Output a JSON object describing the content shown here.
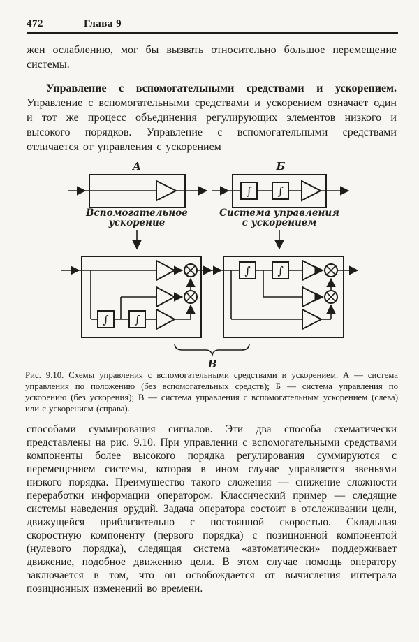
{
  "header": {
    "page_number": "472",
    "chapter": "Глава 9"
  },
  "paragraphs": {
    "p1": "жен ослаблению, мог бы вызвать относительно большое перемещение системы.",
    "p2_lead": "Управление с вспомогательными средствами и ускорением.",
    "p2_rest": "Управление с вспомогательными средствами и ускорением означает один и тот же процесс объединения регулирующих элементов низкого и высокого порядков. Управление с вспомогательными средствами отличается от управления с ускорением",
    "p3": "способами суммирования сигналов. Эти два способа схематически представлены на рис. 9.10. При управлении с вспомогательными средствами компоненты более высокого порядка регулирования суммируются с перемещением системы, которая в ином случае управляется звеньями низкого порядка. Преимущество такого сложения — снижение сложности переработки информации оператором. Классический пример — следящие системы наведения орудий. Задача оператора состоит в отслеживании цели, движущейся приблизительно с постоянной скоростью. Складывая скоростную компоненту (первого порядка) с позиционной компонентой (нулевого порядка), следящая система «автоматически» поддерживает движение, подобное движению цели. В этом случае помощь оператору заключается в том, что он освобождается от вычисления интеграла позиционных изменений во времени."
  },
  "figure": {
    "label_a": "А",
    "label_b": "Б",
    "label_v": "В",
    "integrator_symbol": "∫",
    "block_a_caption_1": "Вспомогательное",
    "block_a_caption_2": "ускорение",
    "block_b_caption_1": "Система управления",
    "block_b_caption_2": "с ускорением",
    "caption": "Рис. 9.10. Схемы управления с вспомогательными средствами и ускорением. А — система управления по положению (без вспомогательных средств); Б — система управления по ускорению (без ускорения); В — система управления с вспомогательным ускорением (слева) или с ускорением (справа).",
    "ink_color": "#1d1d1d"
  }
}
